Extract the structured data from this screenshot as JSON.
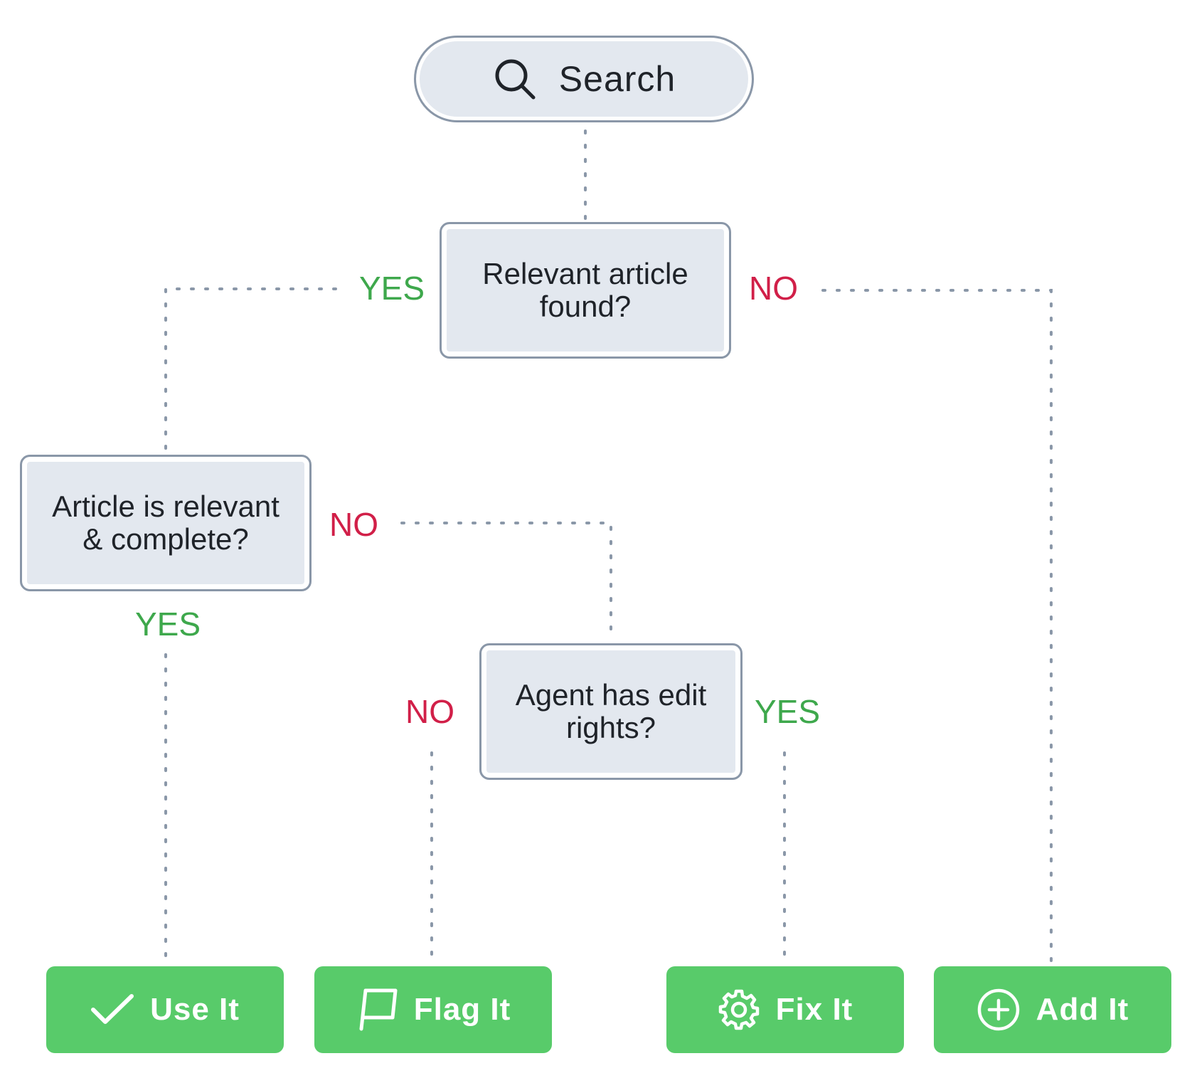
{
  "start": {
    "label": "Search",
    "icon": "search-icon"
  },
  "decisions": {
    "relevant_found": "Relevant article found?",
    "relevant_complete": "Article is relevant & complete?",
    "edit_rights": "Agent has edit rights?"
  },
  "branch_labels": {
    "found_yes": "YES",
    "found_no": "NO",
    "complete_no": "NO",
    "complete_yes": "YES",
    "rights_no": "NO",
    "rights_yes": "YES"
  },
  "actions": [
    {
      "label": "Use It",
      "icon": "checkmark-icon"
    },
    {
      "label": "Flag It",
      "icon": "flag-icon"
    },
    {
      "label": "Fix It",
      "icon": "gear-icon"
    },
    {
      "label": "Add It",
      "icon": "plus-circle-icon"
    }
  ],
  "colors": {
    "yes": "#3ea84c",
    "no": "#d11f48",
    "action_fill": "#58cb6a",
    "node_fill": "#e3e8ef",
    "node_border": "#8a97a8",
    "connector": "#8a97a8"
  }
}
